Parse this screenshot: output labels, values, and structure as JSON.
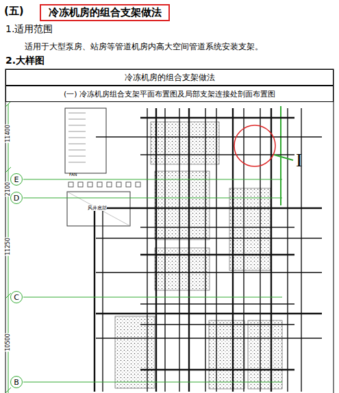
{
  "diagram": {
    "nodes": [
      {
        "text": [
          "冷冻机房的组合支架做法"
        ]
      },
      {
        "text": [
          "冷冻机房的组合支架做法"
        ]
      },
      {
        "text": [
          "(一) 冷冻机房组合支架平面布置图及局部支架连接处剖面布置图"
        ]
      },
      {
        "text": [
          "E"
        ]
      },
      {
        "text": [
          "D"
        ]
      },
      {
        "text": [
          "C"
        ]
      },
      {
        "text": [
          "B"
        ]
      }
    ],
    "labels": [
      "(五)",
      "1.适用范围",
      "适用于大型泵房、站房等管道机房内高大空间管道系统安装支架。",
      "2.大样图",
      "11400",
      "2100",
      "11250",
      "10500",
      "I",
      "FAN",
      "风井底部"
    ]
  }
}
